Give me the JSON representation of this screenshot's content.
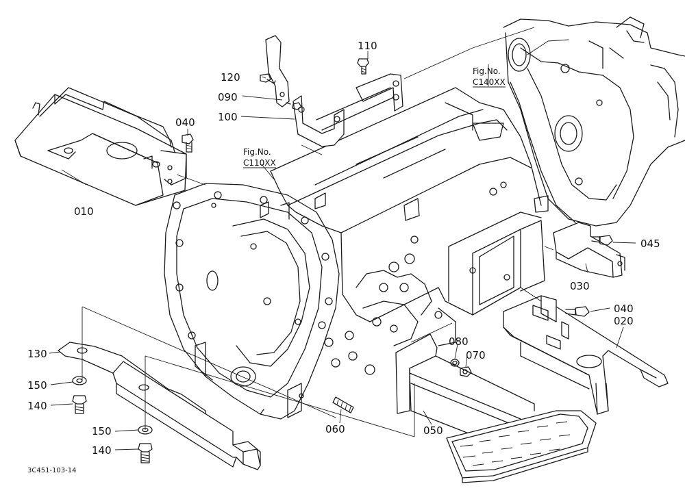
{
  "diagram": {
    "drawing_code": "3C451-103-14",
    "figure_refs": [
      {
        "line1": "Fig.No.",
        "line2": "C140XX"
      },
      {
        "line1": "Fig.No.",
        "line2": "C110XX"
      }
    ],
    "part_labels": {
      "p110": "110",
      "p120": "120",
      "p090": "090",
      "p100": "100",
      "p040a": "040",
      "p010": "010",
      "p045": "045",
      "p030": "030",
      "p040b": "040",
      "p020": "020",
      "p130": "130",
      "p150a": "150",
      "p140a": "140",
      "p150b": "150",
      "p140b": "140",
      "p080": "080",
      "p070": "070",
      "p060": "060",
      "p050": "050"
    }
  }
}
